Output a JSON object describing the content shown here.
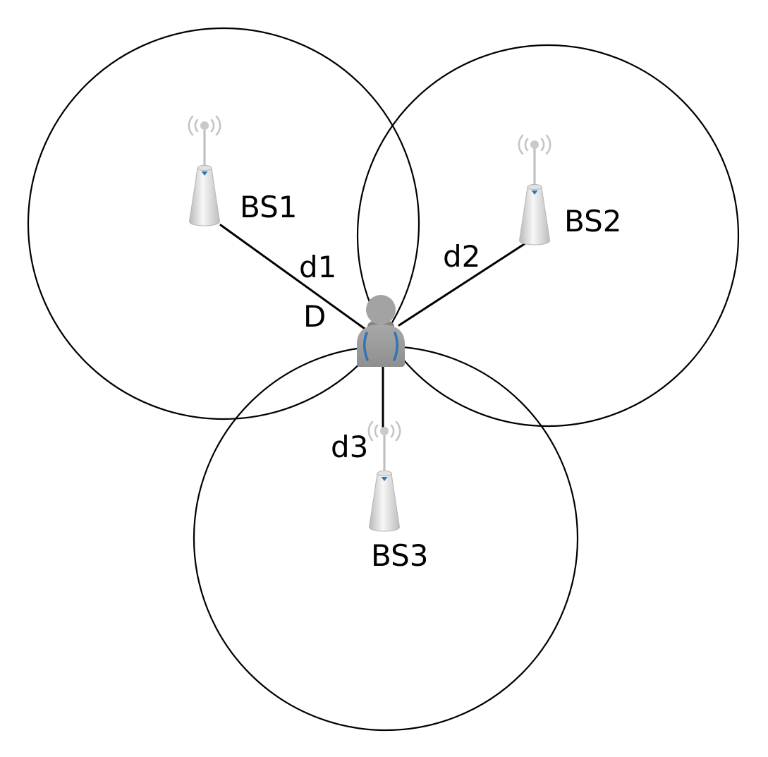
{
  "diagram": {
    "type": "trilateration-coverage-diagram",
    "device": {
      "label": "D"
    },
    "base_stations": [
      {
        "id": "bs1",
        "label": "BS1",
        "distance_label": "d1"
      },
      {
        "id": "bs2",
        "label": "BS2",
        "distance_label": "d2"
      },
      {
        "id": "bs3",
        "label": "BS3",
        "distance_label": "d3"
      }
    ],
    "colors": {
      "background": "#ffffff",
      "circle_stroke": "#000000",
      "line_stroke": "#000000",
      "label_text": "#000000",
      "tower_body_light": "#f5f5f5",
      "tower_body_dark": "#bfbfbf",
      "tower_accent_blue": "#2e75b6",
      "person_body_gray": "#9a9a9a",
      "person_accent_blue": "#2e75b6",
      "wave_gray": "#c4c4c4"
    }
  }
}
